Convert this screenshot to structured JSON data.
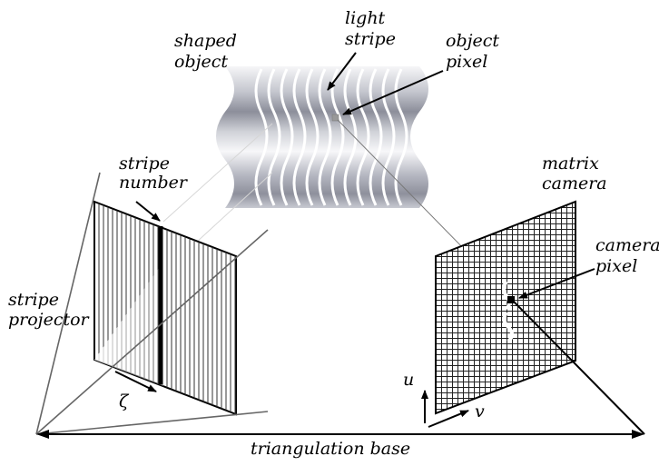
{
  "labels": {
    "shaped_object": [
      "shaped",
      "object"
    ],
    "light_stripe": [
      "light",
      "stripe"
    ],
    "object_pixel": [
      "object",
      "pixel"
    ],
    "stripe_number": [
      "stripe",
      "number"
    ],
    "matrix_camera": [
      "matrix",
      "camera"
    ],
    "camera_pixel": [
      "camera",
      "pixel"
    ],
    "stripe_projector": [
      "stripe",
      "projector"
    ],
    "zeta": "ζ",
    "u": "u",
    "v": "v",
    "triangulation_base": "triangulation base"
  },
  "colors": {
    "ink": "#000000",
    "ray": "#666666",
    "object_light": "#f4f4f6",
    "object_dark": "#8a8c98",
    "object_pixel": "#999999"
  }
}
